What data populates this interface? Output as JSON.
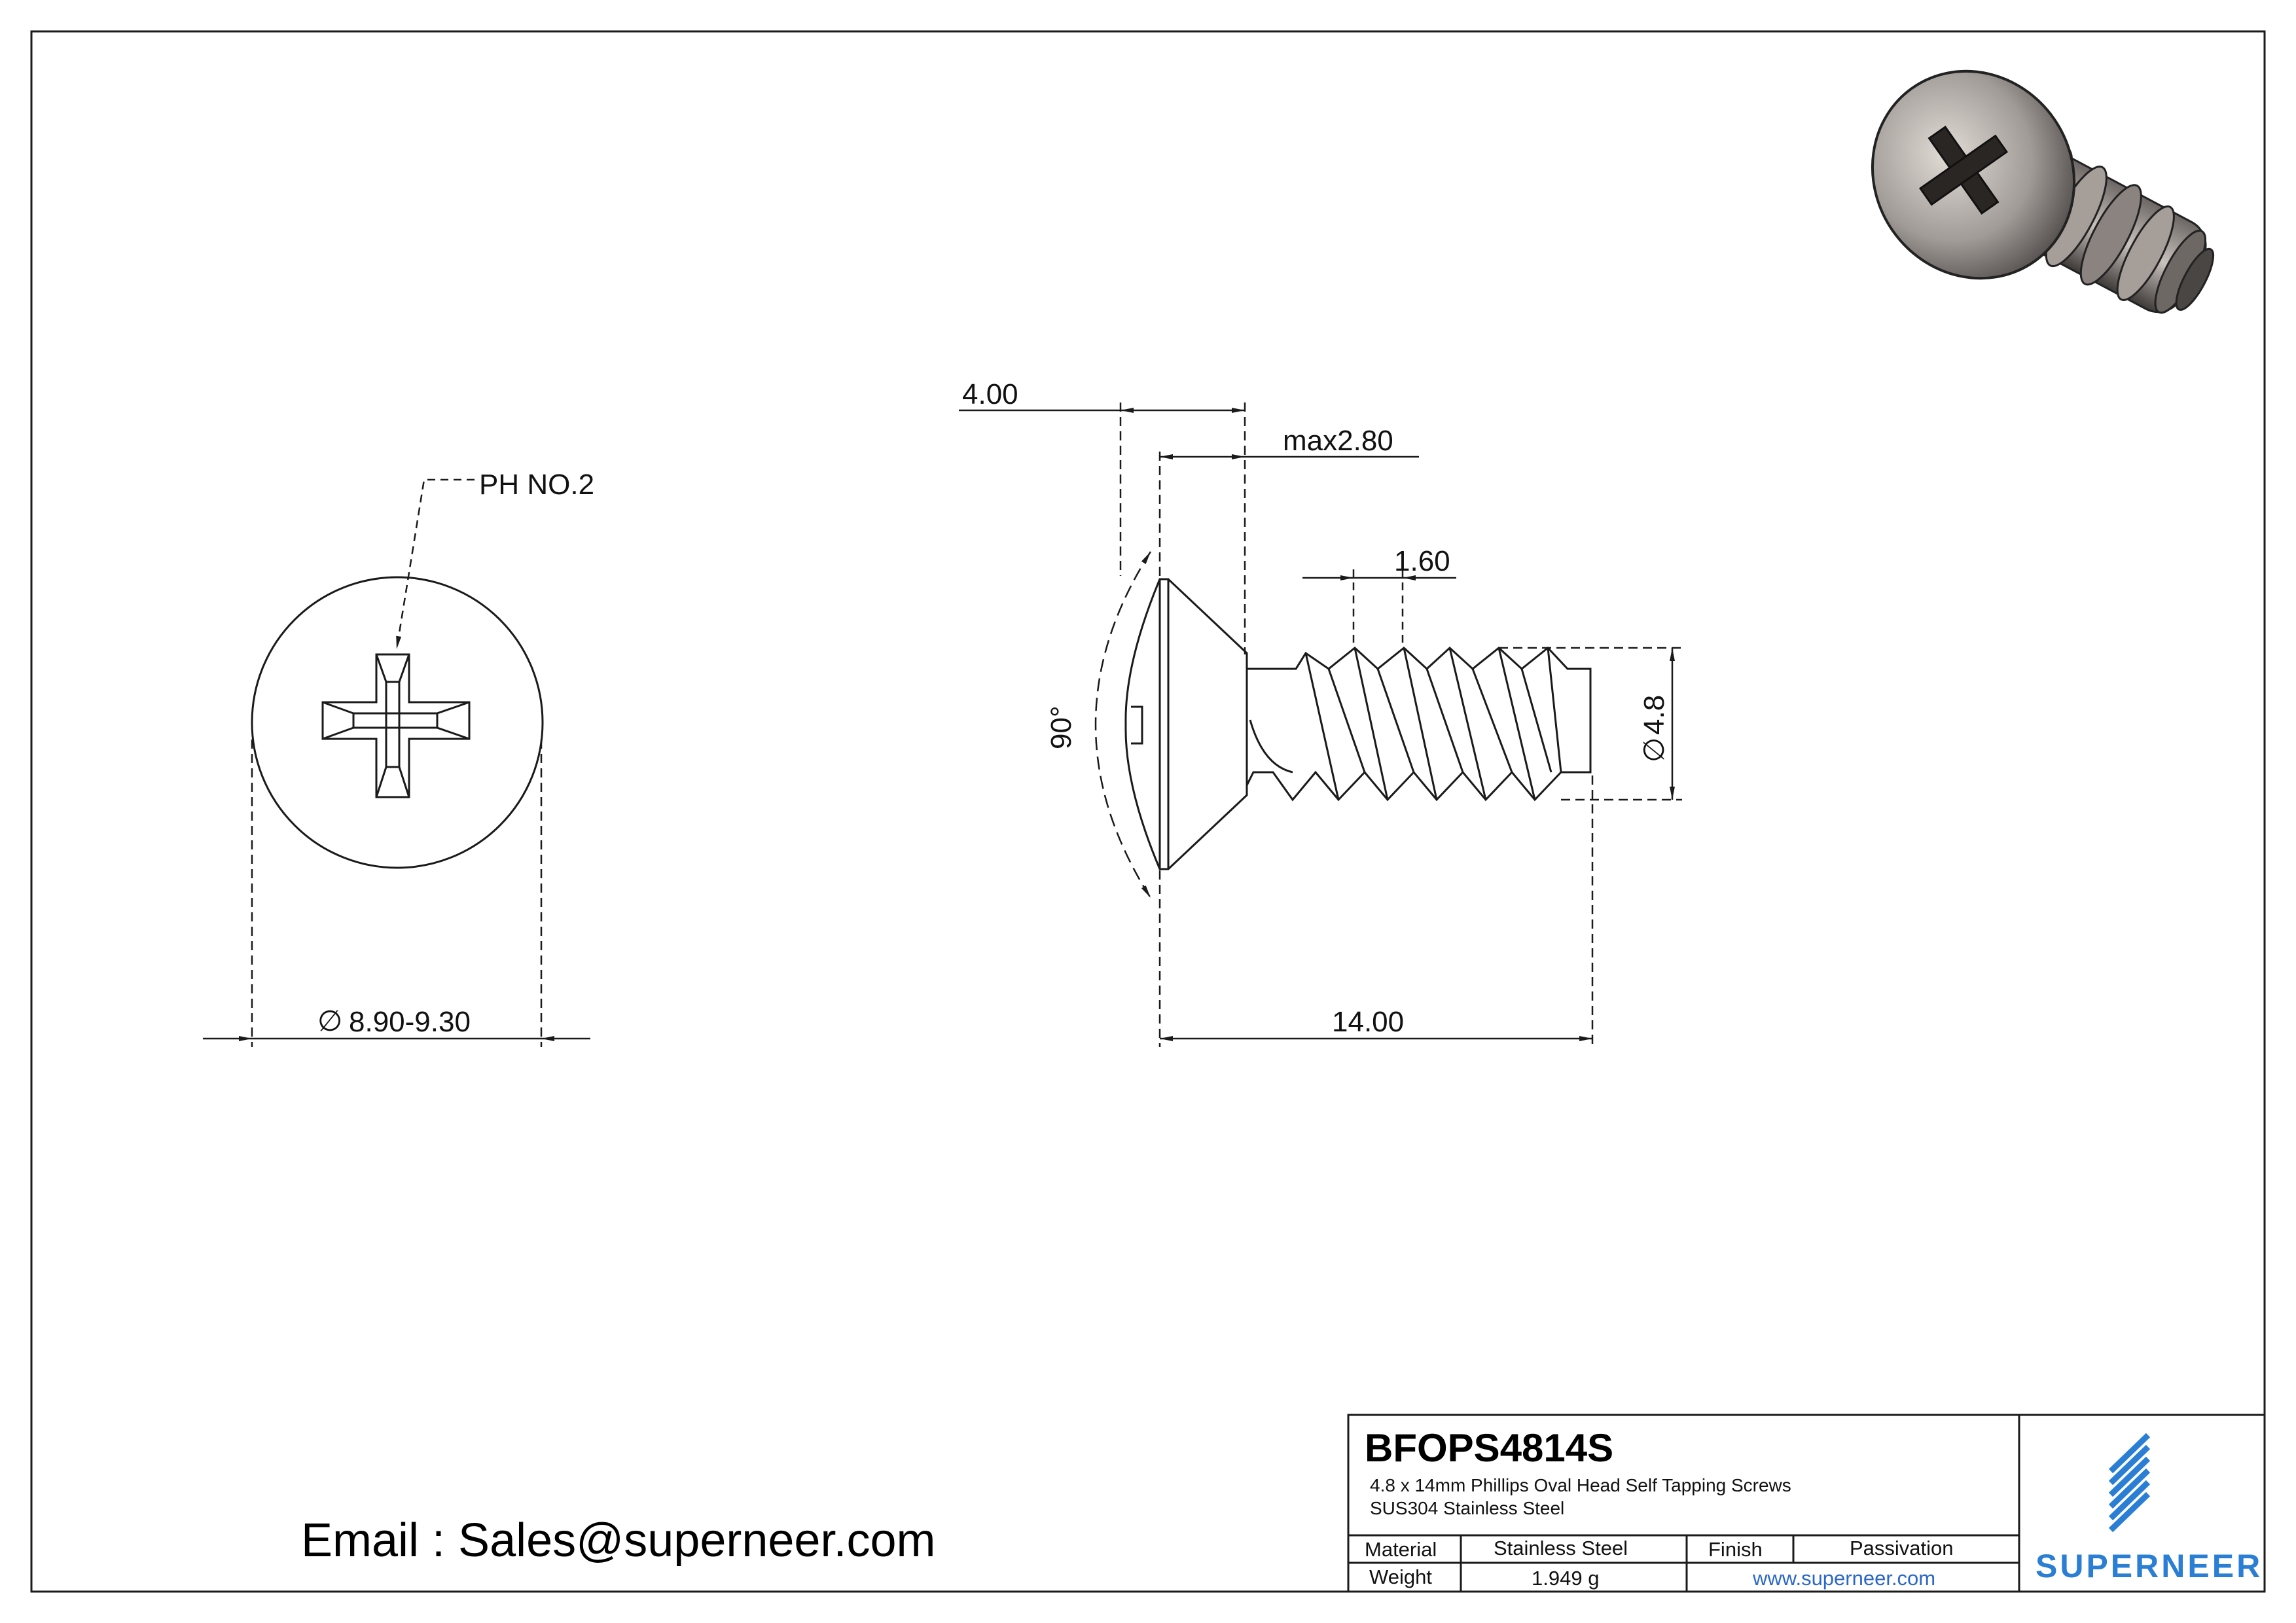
{
  "drawing": {
    "part_number": "BFOPS4814S",
    "description": "4.8 x 14mm Phillips Oval Head Self Tapping Screws",
    "material_spec": "SUS304 Stainless Steel",
    "email": "Email : Sales@superneer.com",
    "brand": "SUPERNEER"
  },
  "dimensions": {
    "drive": "PH NO.2",
    "head_diameter": "8.90-9.30",
    "head_height": "4.00",
    "head_max": "max2.80",
    "pitch": "1.60",
    "thread_diameter": "4.8",
    "length": "14.00",
    "head_angle": "90°",
    "diameter_symbol": "∅"
  },
  "title_block": {
    "material_label": "Material",
    "material_value": "Stainless Steel",
    "finish_label": "Finish",
    "finish_value": "Passivation",
    "weight_label": "Weight",
    "weight_value": "1.949 g",
    "website": "www.superneer.com"
  },
  "colors": {
    "line": "#1a1a1a",
    "brand": "#2a7fd4",
    "link": "#2a67c8"
  }
}
